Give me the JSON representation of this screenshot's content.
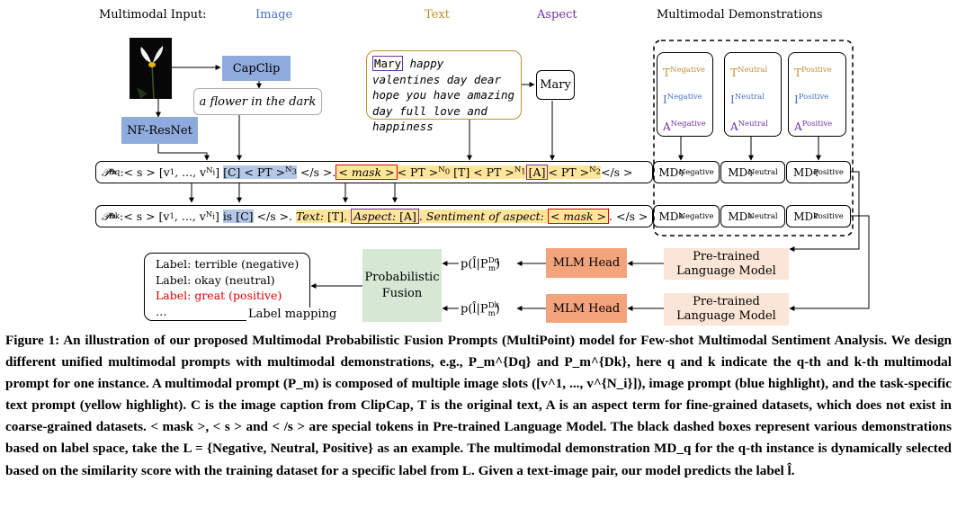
{
  "headers": {
    "multimodal_input": "Multimodal Input:",
    "image": "Image",
    "text": "Text",
    "aspect": "Aspect",
    "demonstrations": "Multimodal Demonstrations"
  },
  "colors": {
    "image": "#4472c4",
    "text": "#c09030",
    "aspect": "#7030a0",
    "red": "#e00000"
  },
  "nodes": {
    "capclip": "CapClip",
    "caption": "a flower in the dark",
    "nfresnet": "NF-ResNet",
    "text_input_aspect": "Mary",
    "text_input_rest": " happy valentines day dear hope you have amazing day full love and happiness",
    "aspect_value": "Mary",
    "mlm_head_1": "MLM Head",
    "mlm_head_2": "MLM Head",
    "plm_1": "Pre-trained Language Model",
    "plm_2": "Pre-trained Language Model",
    "fusion": "Probabilistic Fusion",
    "prob_q": "p(l̂|P",
    "prob_k": "p(l̂|P"
  },
  "demonstrations": [
    {
      "label": "Negative",
      "T": "T",
      "I": "I",
      "A": "A",
      "md": "MD"
    },
    {
      "label": "Neutral",
      "T": "T",
      "I": "I",
      "A": "A",
      "md": "MD"
    },
    {
      "label": "Positive",
      "T": "T",
      "I": "I",
      "A": "A",
      "md": "MD"
    }
  ],
  "labels": {
    "line1": "Label: terrible (negative)",
    "line2": "Label: okay (neutral)",
    "line3": "Label: great (positive)",
    "line4": "…",
    "mapping": "Label mapping"
  },
  "caption": "Figure 1: An illustration of our proposed Multimodal Probabilistic Fusion Prompts (MultiPoint) model for Few-shot Multimodal Sentiment Analysis. We design different unified multimodal prompts with multimodal demonstrations, e.g., P_m^{Dq} and P_m^{Dk}, here q and k indicate the q-th and k-th multimodal prompt for one instance. A multimodal prompt (P_m) is composed of multiple image slots ([v^1, ..., v^{N_i}]), image prompt (blue highlight), and the task-specific text prompt (yellow highlight). C is the image caption from ClipCap, T is the original text, A is an aspect term for fine-grained datasets, which does not exist in coarse-grained datasets. < mask >, < s > and < /s > are special tokens in Pre-trained Language Model. The black dashed boxes represent various demonstrations based on label space, take the L = {Negative, Neutral, Positive} as an example. The multimodal demonstration MD_q for the q-th instance is dynamically selected based on the similarity score with the training dataset for a specific label from L. Given a text-image pair, our model predicts the label l̂."
}
